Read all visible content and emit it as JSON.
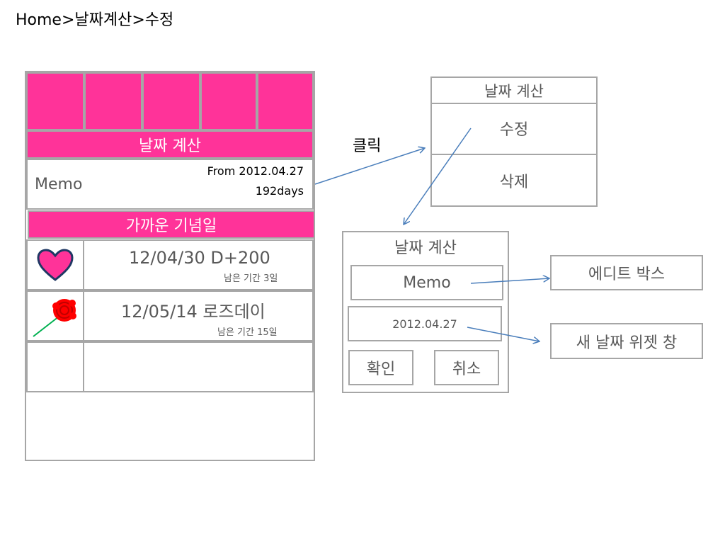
{
  "breadcrumb": "Home>날짜계산>수정",
  "phone": {
    "section_title": "날짜 계산",
    "memo": {
      "label": "Memo",
      "from": "From 2012.04.27",
      "days": "192days"
    },
    "anniversary_title": "가까운 기념일",
    "anniversaries": [
      {
        "icon": "heart-icon",
        "date_text": "12/04/30  D+200",
        "remaining": "남은 기간 3일"
      },
      {
        "icon": "rose-icon",
        "date_text": "12/05/14  로즈데이",
        "remaining": "남은 기간 15일"
      }
    ]
  },
  "click_label": "클릭",
  "menu": {
    "title": "날짜 계산",
    "edit": "수정",
    "delete": "삭제"
  },
  "dialog": {
    "title": "날짜 계산",
    "memo_value": "Memo",
    "date_value": "2012.04.27",
    "ok": "확인",
    "cancel": "취소"
  },
  "notes": {
    "edit_box": "에디트 박스",
    "date_widget": "새 날짜 위젯 창"
  },
  "colors": {
    "accent": "#ff3399",
    "border": "#a6a6a6",
    "arrow": "#4a7ebb"
  }
}
